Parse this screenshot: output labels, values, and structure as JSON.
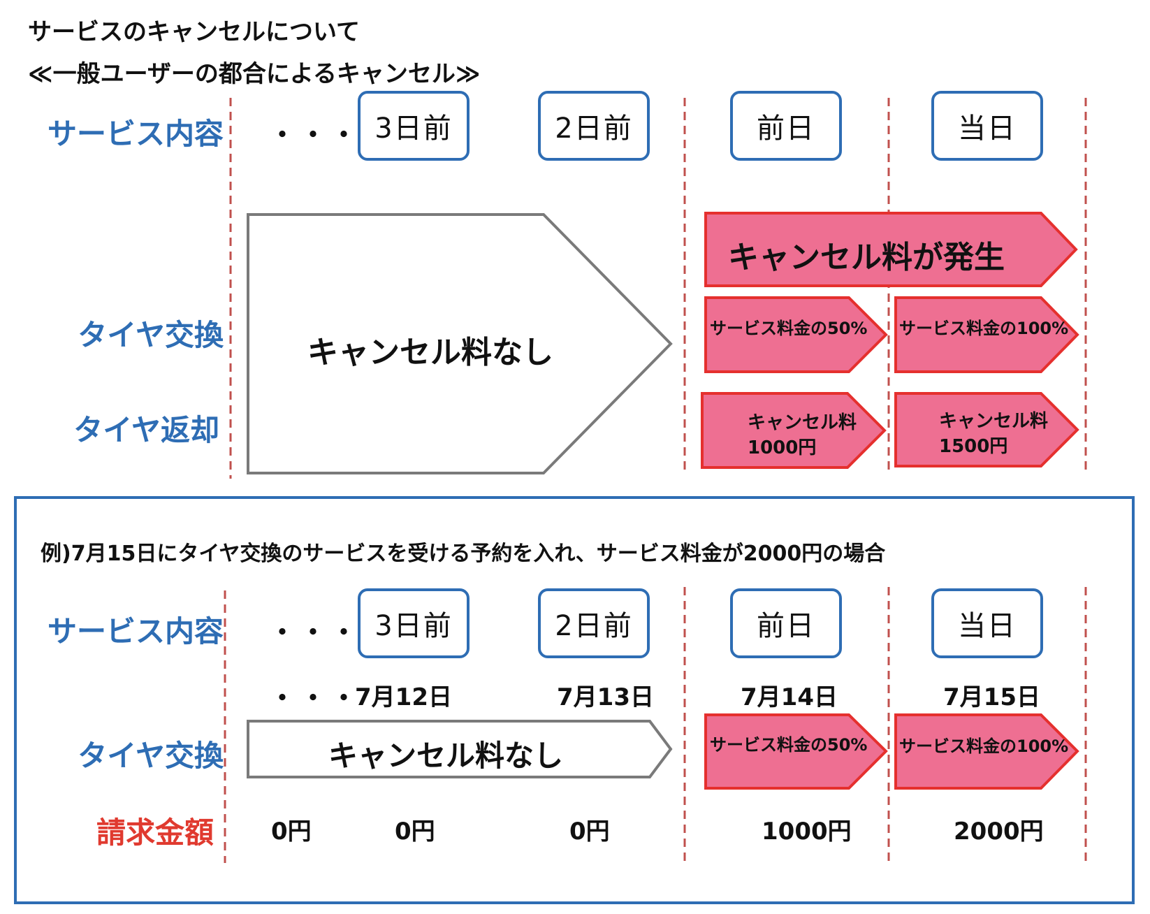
{
  "header": {
    "title": "サービスのキャンセルについて",
    "subtitle": "≪一般ユーザーの都合によるキャンセル≫"
  },
  "colors": {
    "label_blue": "#2e6db4",
    "label_red": "#e03a2f",
    "arrow_fill": "#ee6f92",
    "arrow_stroke": "#e5302e",
    "divider": "#c0504d",
    "neutral_arrow": "#7a7a7a"
  },
  "top": {
    "row_service": "サービス内容",
    "row_tire_change": "タイヤ交換",
    "row_tire_return": "タイヤ返却",
    "dots": "・・・",
    "days": [
      "3日前",
      "2日前",
      "前日",
      "当日"
    ],
    "no_fee": "キャンセル料なし",
    "fee_occurs": "キャンセル料が発生",
    "change_prev": "サービス料金の50%",
    "change_same": "サービス料金の100%",
    "return_prev": [
      "キャンセル料",
      "1000円"
    ],
    "return_same": [
      "キャンセル料",
      "1500円"
    ]
  },
  "example": {
    "heading": "例)7月15日にタイヤ交換のサービスを受ける予約を入れ、サービス料金が2000円の場合",
    "row_service": "サービス内容",
    "row_tire_change": "タイヤ交換",
    "row_billing": "請求金額",
    "dots": "・・・",
    "days": [
      "3日前",
      "2日前",
      "前日",
      "当日"
    ],
    "dates_dots": "・・・",
    "dates": [
      "7月12日",
      "7月13日",
      "7月14日",
      "7月15日"
    ],
    "no_fee": "キャンセル料なし",
    "change_prev": "サービス料金の50%",
    "change_same": "サービス料金の100%",
    "amounts": [
      "0円",
      "0円",
      "0円",
      "1000円",
      "2000円"
    ]
  }
}
